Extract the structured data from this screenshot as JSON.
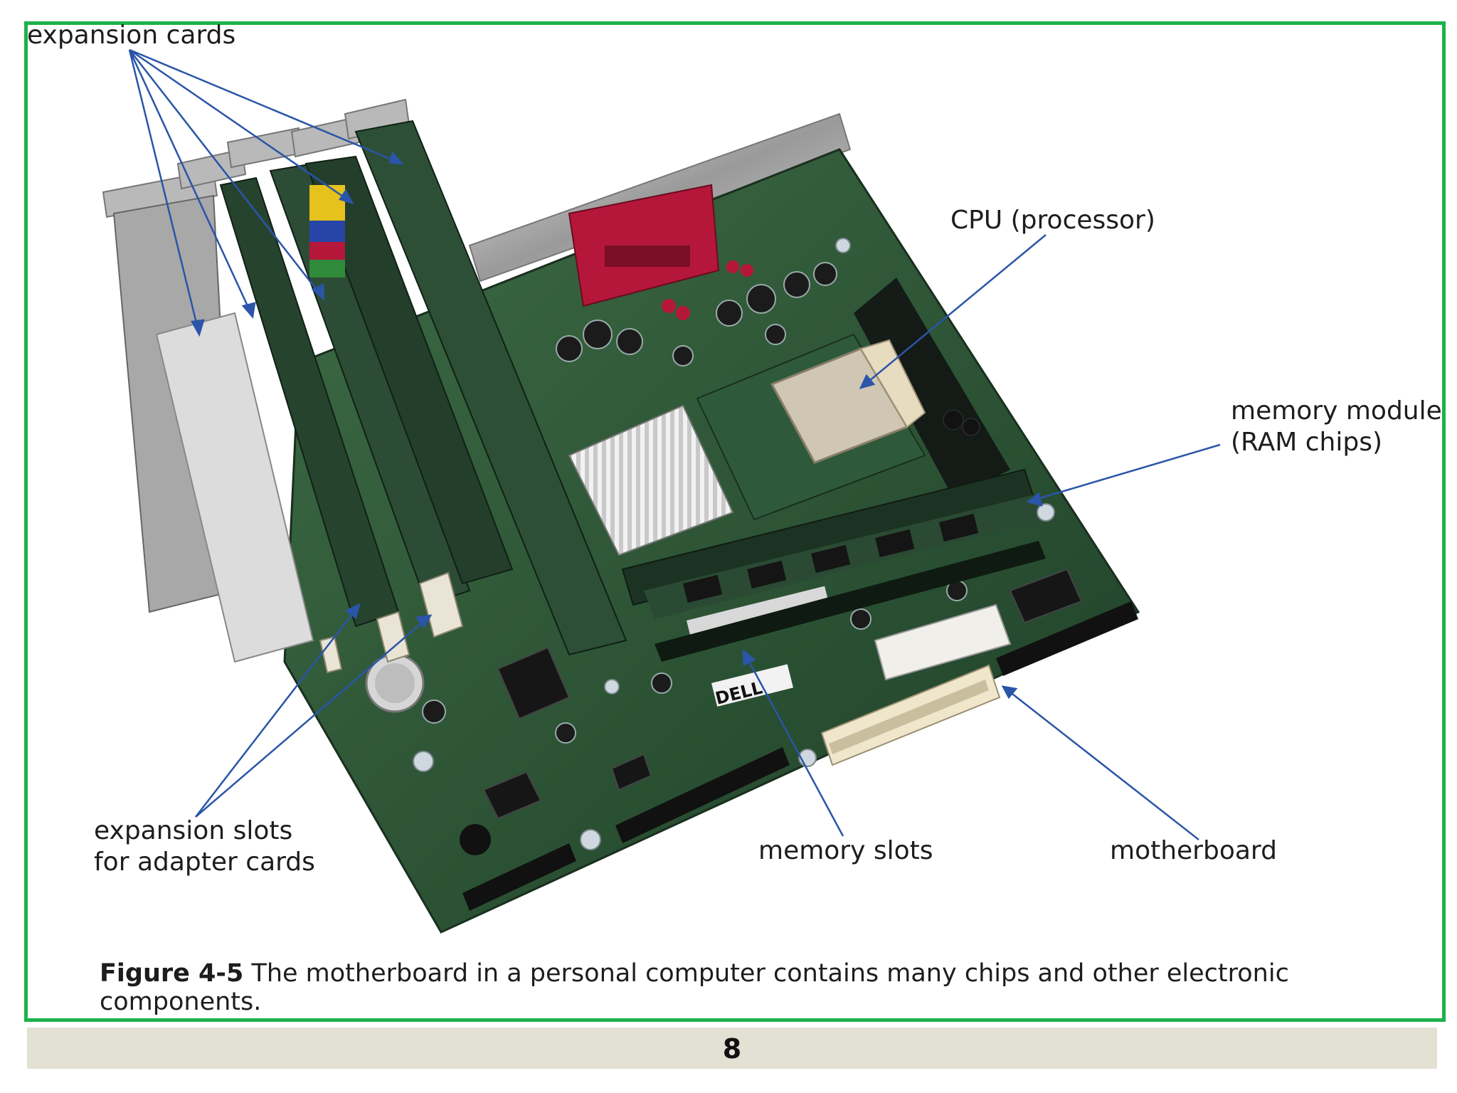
{
  "labels": {
    "expansion_cards": "expansion cards",
    "cpu": "CPU (processor)",
    "memory_module_line1": "memory module",
    "memory_module_line2": "(RAM chips)",
    "expansion_slots_line1": "expansion slots",
    "expansion_slots_line2": "for adapter cards",
    "memory_slots": "memory slots",
    "motherboard": "motherboard"
  },
  "caption": {
    "figure": "Figure 4-5",
    "text": "The motherboard in a personal computer contains many chips and other electronic components."
  },
  "footer": {
    "page_number": "8"
  },
  "colors": {
    "frame": "#1db24b",
    "pointer": "#2a55a8",
    "board": "#2f5a3a",
    "footer": "#e3e0d4"
  },
  "brand": "DELL"
}
